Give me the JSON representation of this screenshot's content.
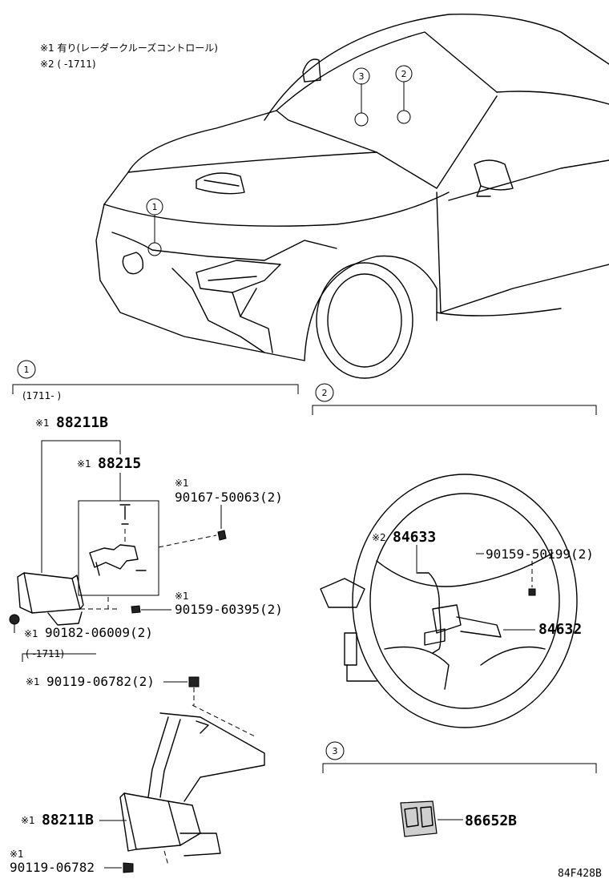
{
  "notes": {
    "note1": "※1 有り(レーダークルーズコントロール)",
    "note2": "※2 (      -1711)"
  },
  "callouts": {
    "c1": "1",
    "c2": "2",
    "c3": "3"
  },
  "section1": {
    "callout": "1",
    "date_range_top": "(1711-      )",
    "date_range_bottom": "(      -1711)",
    "parts": {
      "p88211b_top_mark": "※1",
      "p88211b_top": "88211B",
      "p88215_mark": "※1",
      "p88215": "88215",
      "p90167_mark": "※1",
      "p90167": "90167-50063(2)",
      "p90159_mark": "※1",
      "p90159": "90159-60395(2)",
      "p90182_mark": "※1",
      "p90182": "90182-06009(2)",
      "p90119a_mark": "※1",
      "p90119a": "90119-06782(2)",
      "p88211b_bottom_mark": "※1",
      "p88211b_bottom": "88211B",
      "p90119b_mark": "※1",
      "p90119b": "90119-06782"
    }
  },
  "section2": {
    "callout": "2",
    "parts": {
      "p84633_mark": "※2",
      "p84633": "84633",
      "p90159": "90159-50199(2)",
      "p84632": "84632"
    }
  },
  "section3": {
    "callout": "3",
    "parts": {
      "p86652b": "86652B"
    }
  },
  "diagram_code": "84F428B"
}
